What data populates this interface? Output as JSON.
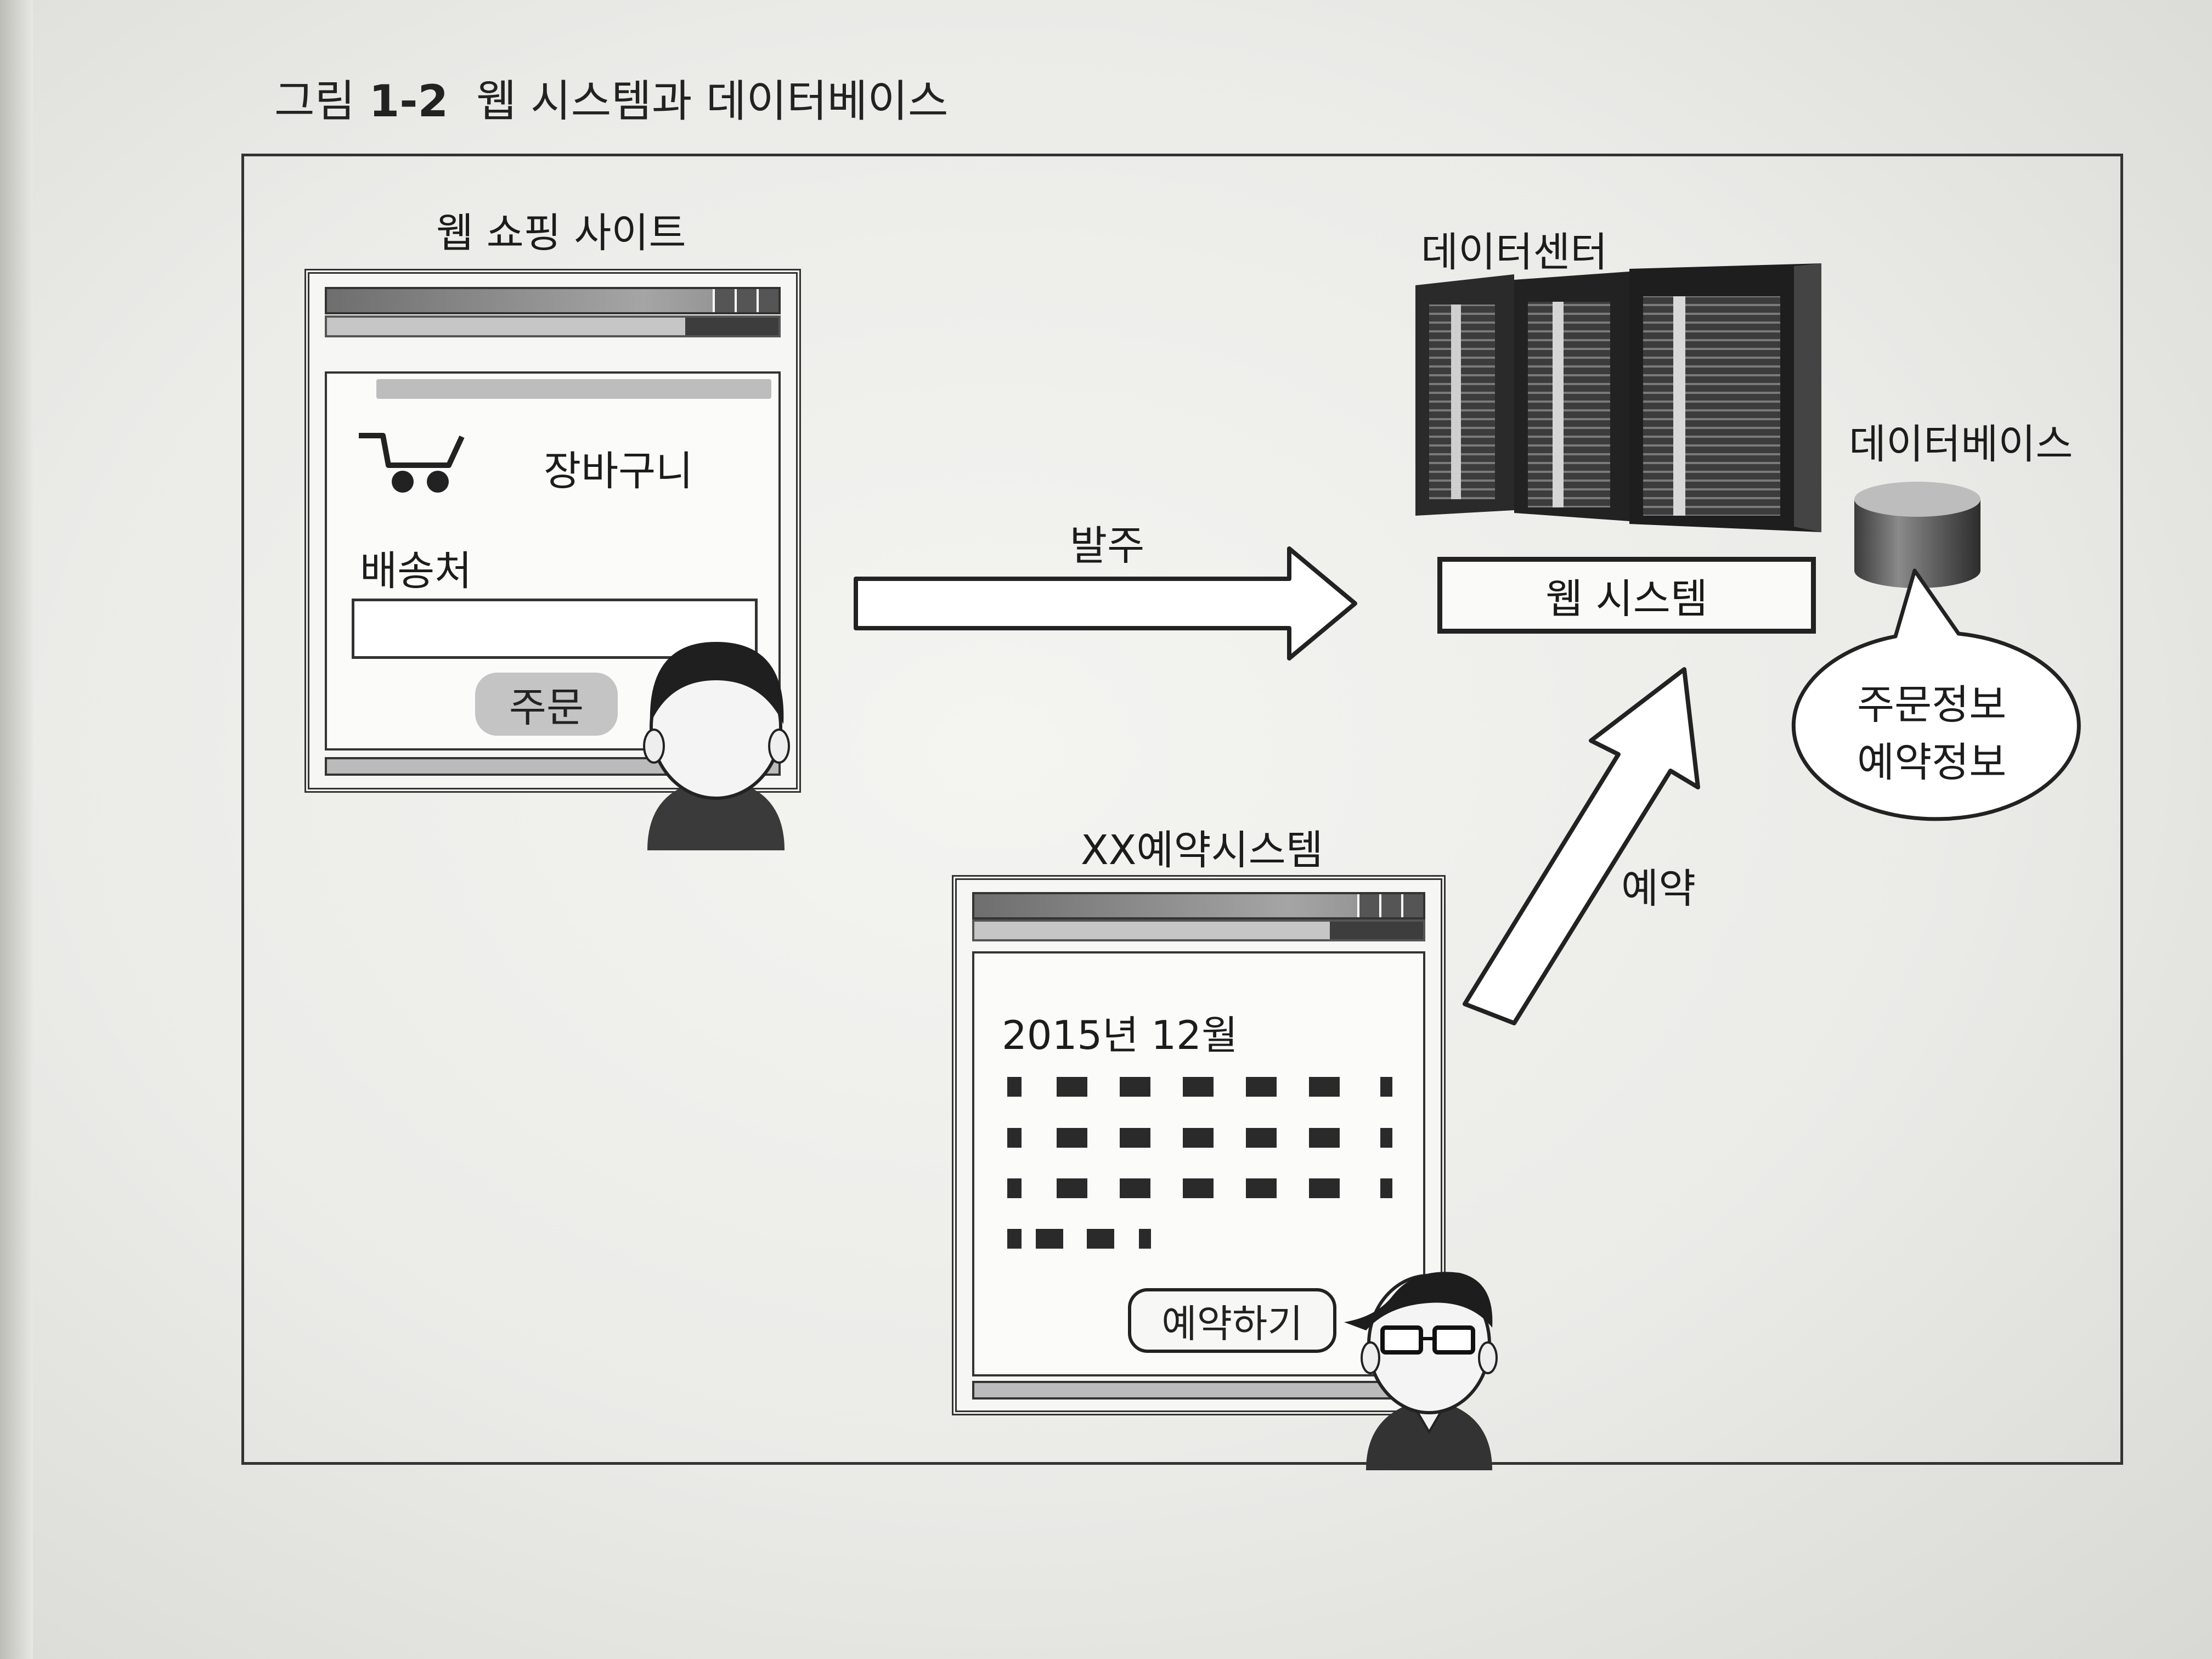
{
  "figure": {
    "caption_prefix": "그림",
    "caption_number": "1-2",
    "caption_title": "웹 시스템과 데이터베이스"
  },
  "shop_site": {
    "title": "웹 쇼핑 사이트",
    "cart_label": "장바구니",
    "address_label": "배송처",
    "address_value": "",
    "order_button": "주문"
  },
  "order_arrow": {
    "label": "발주"
  },
  "datacenter": {
    "label": "데이터센터",
    "web_system_label": "웹 시스템"
  },
  "database": {
    "label": "데이터베이스",
    "contents": [
      "주문정보",
      "예약정보"
    ]
  },
  "reserve_arrow": {
    "label": "예약"
  },
  "reservation_site": {
    "title": "XX예약시스템",
    "month_label": "2015년 12월",
    "reserve_button": "예약하기"
  },
  "colors": {
    "ink": "#1c1c1c",
    "paper": "#f2f2ef",
    "server_dark": "#2b2b2b",
    "button_grey": "#c4c4c4"
  }
}
